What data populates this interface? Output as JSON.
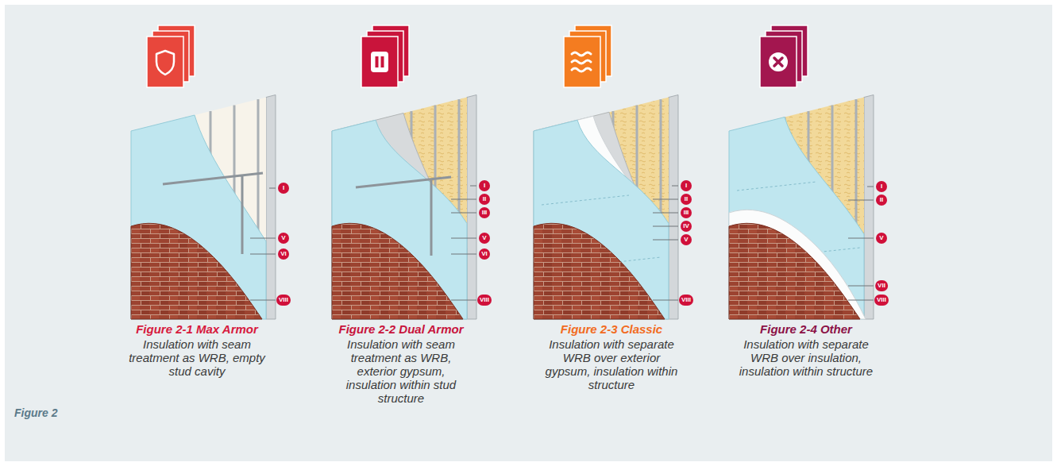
{
  "diagram": {
    "caption": "Figure 2",
    "labels": [
      "I",
      "V",
      "VI",
      "VIII",
      "Figure 2-1 Max Armor",
      "Insulation with seam treatment as WRB, empty stud cavity",
      "I",
      "II",
      "III",
      "V",
      "VI",
      "VIII",
      "Figure 2-2 Dual Armor",
      "Insulation with seam treatment as WRB, exterior gypsum, insulation within stud structure",
      "I",
      "II",
      "III",
      "IV",
      "V",
      "VIII",
      "Figure 2-3 Classic",
      "Insulation with separate WRB over exterior gypsum, insulation within structure",
      "I",
      "II",
      "V",
      "VII",
      "VIII",
      "Figure 2-4 Other",
      "Insulation with separate WRB over insulation, insulation within structure"
    ]
  }
}
